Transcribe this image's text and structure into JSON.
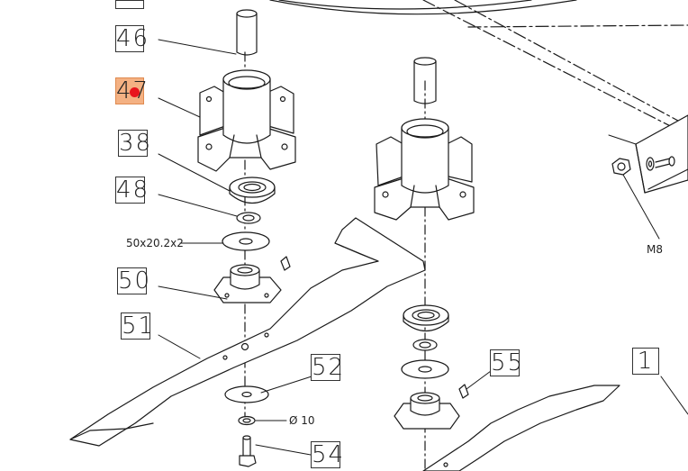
{
  "diagram": {
    "callouts": [
      {
        "id": "46",
        "text": "46",
        "highlighted": false
      },
      {
        "id": "47",
        "text": "47",
        "highlighted": true
      },
      {
        "id": "38",
        "text": "38",
        "highlighted": false
      },
      {
        "id": "48",
        "text": "48",
        "highlighted": false
      },
      {
        "id": "50",
        "text": "50",
        "highlighted": false
      },
      {
        "id": "51",
        "text": "51",
        "highlighted": false
      },
      {
        "id": "52",
        "text": "52",
        "highlighted": false
      },
      {
        "id": "54",
        "text": "54",
        "highlighted": false
      },
      {
        "id": "55",
        "text": "55",
        "highlighted": false
      },
      {
        "id": "1",
        "text": "1",
        "highlighted": false
      }
    ],
    "annotations": {
      "washer_size": "50x20.2x2",
      "diameter": "Ø 10",
      "nut": "M8"
    },
    "colors": {
      "line": "#1a1a1a",
      "highlight": "#f4b183",
      "marker": "#e8151d"
    }
  }
}
